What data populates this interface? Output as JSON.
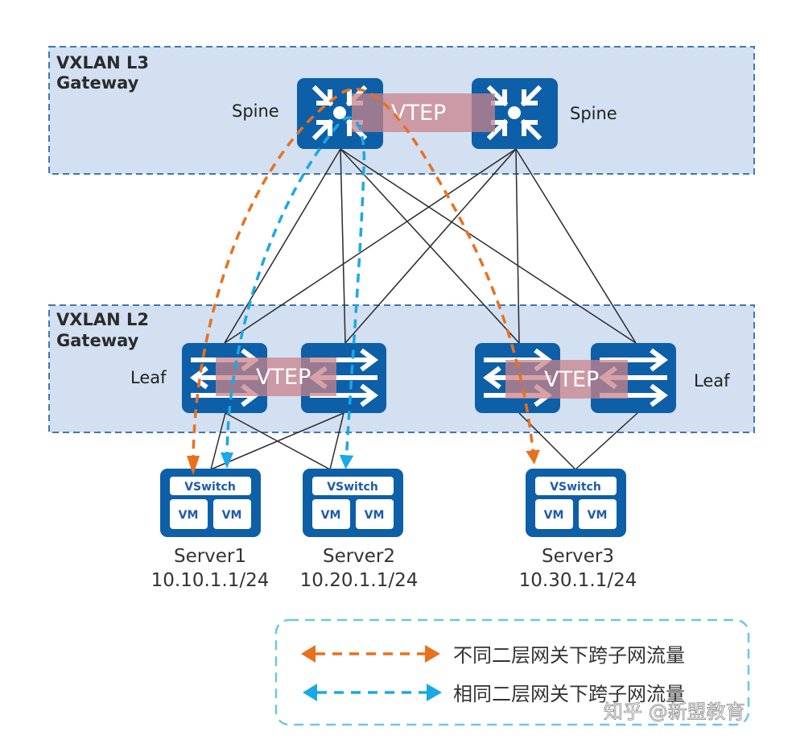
{
  "regions": {
    "l3": {
      "title_line1": "VXLAN L3",
      "title_line2": "Gateway"
    },
    "l2": {
      "title_line1": "VXLAN L2",
      "title_line2": "Gateway"
    }
  },
  "spines": [
    {
      "label": "Spine"
    },
    {
      "label": "Spine"
    }
  ],
  "leaves": [
    {
      "label": "Leaf"
    },
    {
      "label": "Leaf"
    }
  ],
  "vtep_labels": {
    "spine_pair": "VTEP",
    "leaf_pair_1": "VTEP",
    "leaf_pair_2": "VTEP"
  },
  "servers": [
    {
      "name": "Server1",
      "ip": "10.10.1.1/24",
      "vswitch": "VSwitch",
      "vm1": "VM",
      "vm2": "VM"
    },
    {
      "name": "Server2",
      "ip": "10.20.1.1/24",
      "vswitch": "VSwitch",
      "vm1": "VM",
      "vm2": "VM"
    },
    {
      "name": "Server3",
      "ip": "10.30.1.1/24",
      "vswitch": "VSwitch",
      "vm1": "VM",
      "vm2": "VM"
    }
  ],
  "legend": {
    "items": [
      {
        "label": "不同二层网关下跨子网流量",
        "color": "#e8711e"
      },
      {
        "label": "相同二层网关下跨子网流量",
        "color": "#1aa8e6"
      }
    ]
  },
  "colors": {
    "device_blue": "#0d5fa8",
    "region_fill": "#d2e0f2",
    "region_border": "#3f78b0",
    "vtep_band": "#c9838a",
    "orange_flow": "#e8711e",
    "blue_flow": "#1aa8e6",
    "link": "#2a2a2a"
  },
  "watermark": "知乎 @新盟教育"
}
